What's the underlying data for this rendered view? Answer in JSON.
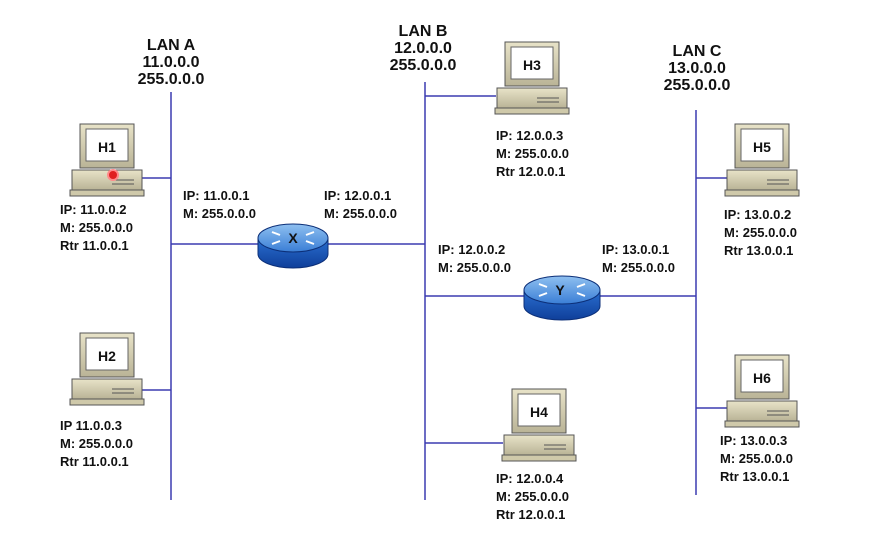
{
  "lans": {
    "a": {
      "name": "LAN A",
      "net": "11.0.0.0",
      "mask": "255.0.0.0"
    },
    "b": {
      "name": "LAN B",
      "net": "12.0.0.0",
      "mask": "255.0.0.0"
    },
    "c": {
      "name": "LAN C",
      "net": "13.0.0.0",
      "mask": "255.0.0.0"
    }
  },
  "hosts": {
    "h1": {
      "name": "H1",
      "ip": "IP: 11.0.0.2",
      "mask": "M: 255.0.0.0",
      "rtr": "Rtr 11.0.0.1"
    },
    "h2": {
      "name": "H2",
      "ip": "IP 11.0.0.3",
      "mask": "M: 255.0.0.0",
      "rtr": "Rtr 11.0.0.1"
    },
    "h3": {
      "name": "H3",
      "ip": "IP: 12.0.0.3",
      "mask": "M: 255.0.0.0",
      "rtr": "Rtr 12.0.0.1"
    },
    "h4": {
      "name": "H4",
      "ip": "IP: 12.0.0.4",
      "mask": "M: 255.0.0.0",
      "rtr": "Rtr 12.0.0.1"
    },
    "h5": {
      "name": "H5",
      "ip": "IP: 13.0.0.2",
      "mask": "M: 255.0.0.0",
      "rtr": "Rtr 13.0.0.1"
    },
    "h6": {
      "name": "H6",
      "ip": "IP: 13.0.0.3",
      "mask": "M: 255.0.0.0",
      "rtr": "Rtr 13.0.0.1"
    }
  },
  "routers": {
    "x": {
      "name": "X",
      "left": {
        "ip": "IP: 11.0.0.1",
        "mask": "M: 255.0.0.0"
      },
      "right": {
        "ip": "IP: 12.0.0.1",
        "mask": "M: 255.0.0.0"
      }
    },
    "y": {
      "name": "Y",
      "left": {
        "ip": "IP: 12.0.0.2",
        "mask": "M: 255.0.0.0"
      },
      "right": {
        "ip": "IP: 13.0.0.1",
        "mask": "M: 255.0.0.0"
      }
    }
  },
  "colors": {
    "line": "#3b3bb0",
    "router_top": "#5a9be0",
    "router_side": "#1f5fbf",
    "pc_body": "#d9d3b3",
    "pc_screen": "#ffffff",
    "cursor": "#e02020"
  }
}
